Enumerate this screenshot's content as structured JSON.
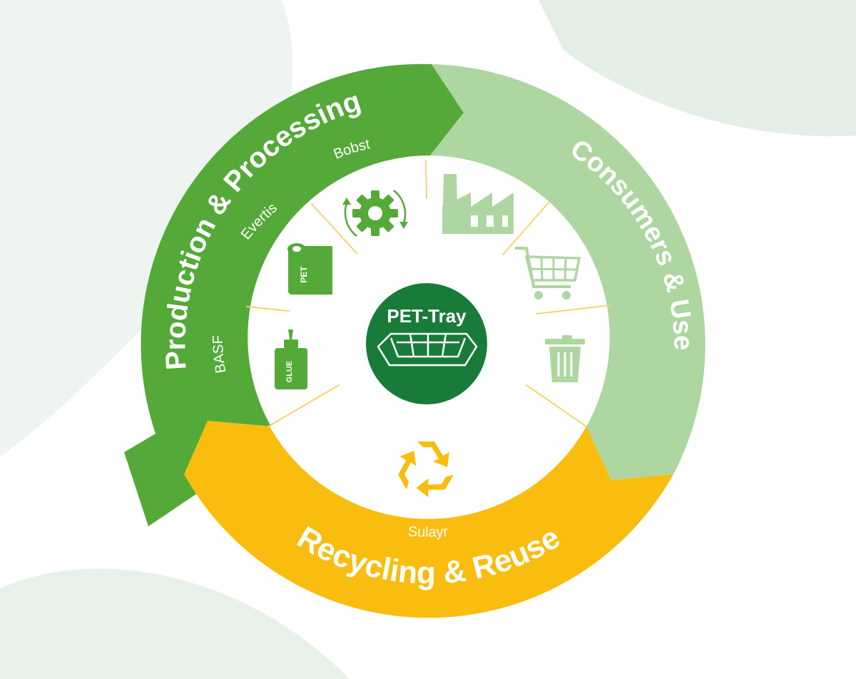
{
  "center": {
    "label": "PET-Tray"
  },
  "stages": {
    "production": {
      "title": "Production & Processing"
    },
    "consumers": {
      "title": "Consumers & Use"
    },
    "recycling": {
      "title": "Recycling & Reuse"
    }
  },
  "companies": {
    "bobst": "Bobst",
    "evertis": "Evertis",
    "basf": "BASF",
    "sulayr": "Sulayr"
  },
  "icon_labels": {
    "pet_roll": "PET",
    "glue": "GLUE"
  },
  "icons": [
    "gear-cycle-icon",
    "pet-roll-icon",
    "glue-bottle-icon",
    "factory-icon",
    "shopping-cart-icon",
    "trash-can-icon",
    "recycle-icon",
    "tray-icon"
  ],
  "colors": {
    "production_green": "#55a939",
    "consumers_green": "#add6a0",
    "recycling_yellow": "#f8bd0e",
    "center_dark_green": "#197b39",
    "divider_yellow": "#f6d46a",
    "background_blob": "#e6f1ea"
  }
}
